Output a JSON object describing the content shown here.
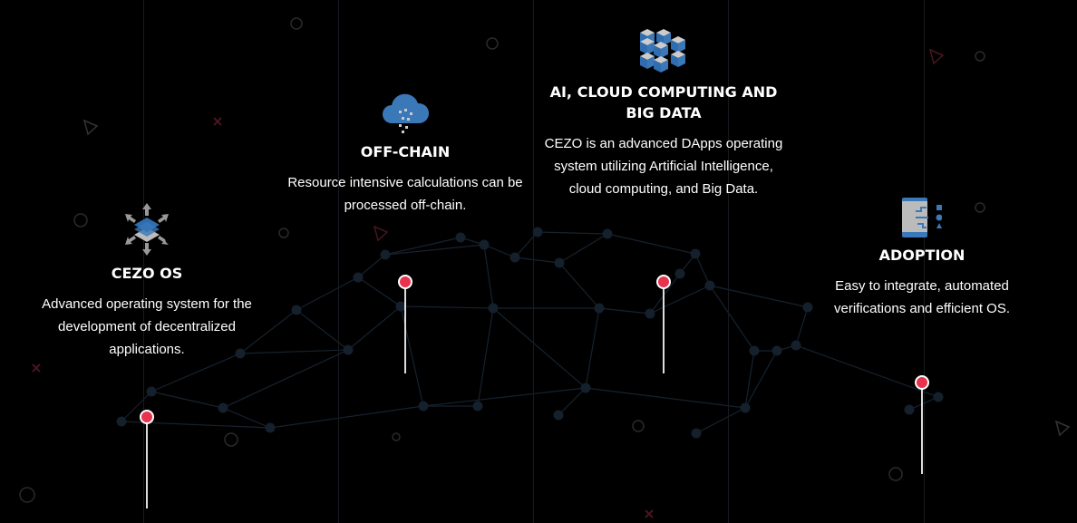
{
  "colors": {
    "accent": "#e8334f",
    "icon_blue": "#3a78b8",
    "background": "#000000"
  },
  "features": [
    {
      "icon": "layers-expand-icon",
      "title": "CEZO OS",
      "description": "Advanced operating system for the development of decentralized applications."
    },
    {
      "icon": "cloud-data-icon",
      "title": "OFF-CHAIN",
      "description": "Resource intensive calculations can be processed off-chain."
    },
    {
      "icon": "cubes-icon",
      "title": "AI, CLOUD COMPUTING AND BIG DATA",
      "description": "CEZO is an advanced DApps operating system utilizing Artificial Intelligence, cloud computing, and Big Data."
    },
    {
      "icon": "device-integration-icon",
      "title": "ADOPTION",
      "description": "Easy to integrate, automated verifications and efficient OS."
    }
  ]
}
